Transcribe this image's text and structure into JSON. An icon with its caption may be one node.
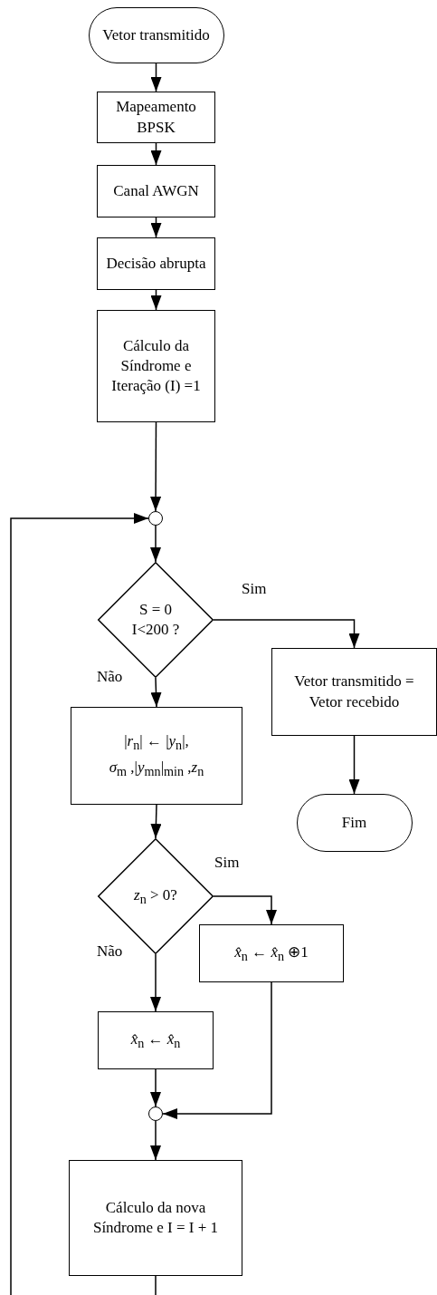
{
  "diagram": {
    "nodes": [
      {
        "text": [
          "Vetor transmitido"
        ]
      },
      {
        "text": [
          "Mapeamento BPSK"
        ]
      },
      {
        "text": [
          "Canal AWGN"
        ]
      },
      {
        "text": [
          "Decisão abrupta"
        ]
      },
      {
        "text": [
          "Cálculo da Síndrome e Iteração (I) =1"
        ]
      },
      {
        "text": [],
        "shape": "circle"
      },
      {
        "text": [
          "S = 0 I<200 ?"
        ]
      },
      {
        "text": [
          "Vetor transmitido = Vetor recebido"
        ]
      },
      {
        "text": [
          "Fim"
        ]
      },
      {
        "text": [
          "|*r*$_{n}$| ← |*y*$_{n}$|,",
          "*σ*$_{m}$ ,|*y*$_{mn}$|$_{min}$ ,*z*$_{n}$"
        ]
      },
      {
        "text": [
          "*z*$_{n}$ > 0?"
        ]
      },
      {
        "text": [
          "*x̂*$_{n}$ ← *x̂*$_{n}$ ⊕1"
        ]
      },
      {
        "text": [
          "*x̂*$_{n}$ ← *x̂*$_{n}$"
        ]
      },
      {
        "text": [],
        "shape": "circle"
      },
      {
        "text": [
          "Cálculo da nova Síndrome e I = I + 1"
        ]
      }
    ],
    "edges": [
      {
        "from": 0,
        "to": 1,
        "arrow": "to"
      },
      {
        "from": 1,
        "to": 2,
        "arrow": "to"
      },
      {
        "from": 2,
        "to": 3,
        "arrow": "to"
      },
      {
        "from": 3,
        "to": 4,
        "arrow": "to"
      },
      {
        "from": 4,
        "to": 5,
        "arrow": "to"
      },
      {
        "from": 5,
        "to": 6,
        "arrow": "to"
      },
      {
        "from": 6,
        "to": 7,
        "arrow": "to",
        "label": "Sim"
      },
      {
        "from": 7,
        "to": 8,
        "arrow": "to"
      },
      {
        "from": 6,
        "to": 9,
        "arrow": "to",
        "label": "Não"
      },
      {
        "from": 9,
        "to": 10,
        "arrow": "to"
      },
      {
        "from": 10,
        "to": 11,
        "arrow": "to",
        "label": "Sim"
      },
      {
        "from": 10,
        "to": 12,
        "arrow": "to",
        "label": "Não"
      },
      {
        "from": 12,
        "to": 13,
        "arrow": "to"
      },
      {
        "from": 11,
        "to": 13,
        "arrow": "to"
      },
      {
        "from": 13,
        "to": 14,
        "arrow": "to"
      },
      {
        "from": 14,
        "to": null,
        "arrow": "none"
      },
      {
        "from": null,
        "to": 5,
        "arrow": "to"
      }
    ]
  }
}
